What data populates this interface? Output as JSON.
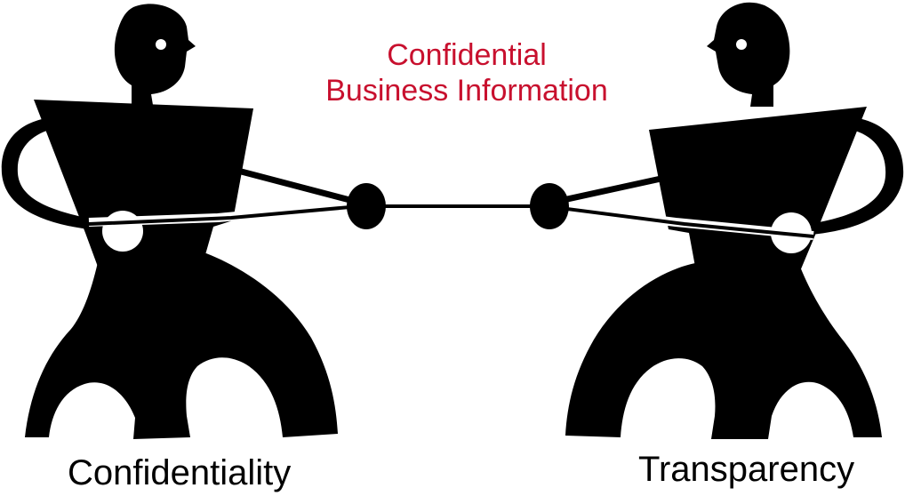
{
  "caption": {
    "line1": "Confidential",
    "line2": "Business Information",
    "color": "#c8102e"
  },
  "labels": {
    "left": "Confidentiality",
    "right": "Transparency"
  },
  "figures": {
    "left": "tug-of-war-figure-left",
    "right": "tug-of-war-figure-right",
    "color": "#000000"
  }
}
